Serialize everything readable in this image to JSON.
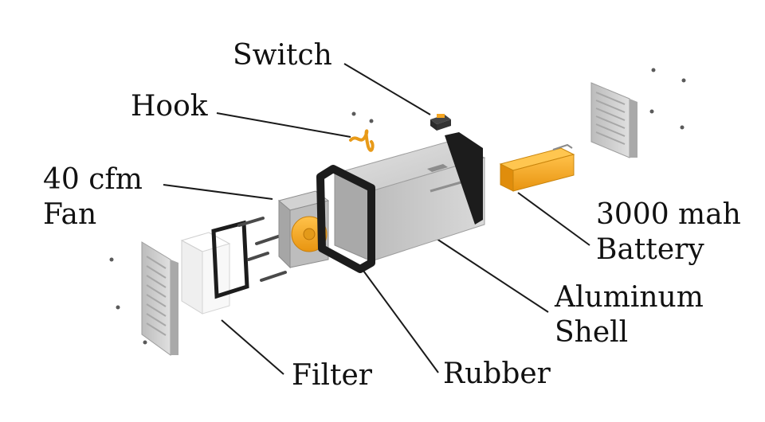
{
  "labels": {
    "switch": "Switch",
    "hook": "Hook",
    "fan_line1": "40 cfm",
    "fan_line2": "Fan",
    "battery_line1": "3000 mah",
    "battery_line2": "Battery",
    "shell_line1": "Aluminum",
    "shell_line2": "Shell",
    "filter": "Filter",
    "rubber": "Rubber"
  },
  "colors": {
    "background": "#ffffff",
    "text": "#111111",
    "leader_line": "#1a1a1a",
    "shell_light": "#d6d6d6",
    "shell_mid": "#b9b9b9",
    "shell_dark": "#9c9c9c",
    "rubber": "#1c1c1c",
    "accent_orange": "#f5a623",
    "filter_white": "#f4f4f4",
    "grille": "#cfcfcf",
    "screw": "#555555"
  }
}
